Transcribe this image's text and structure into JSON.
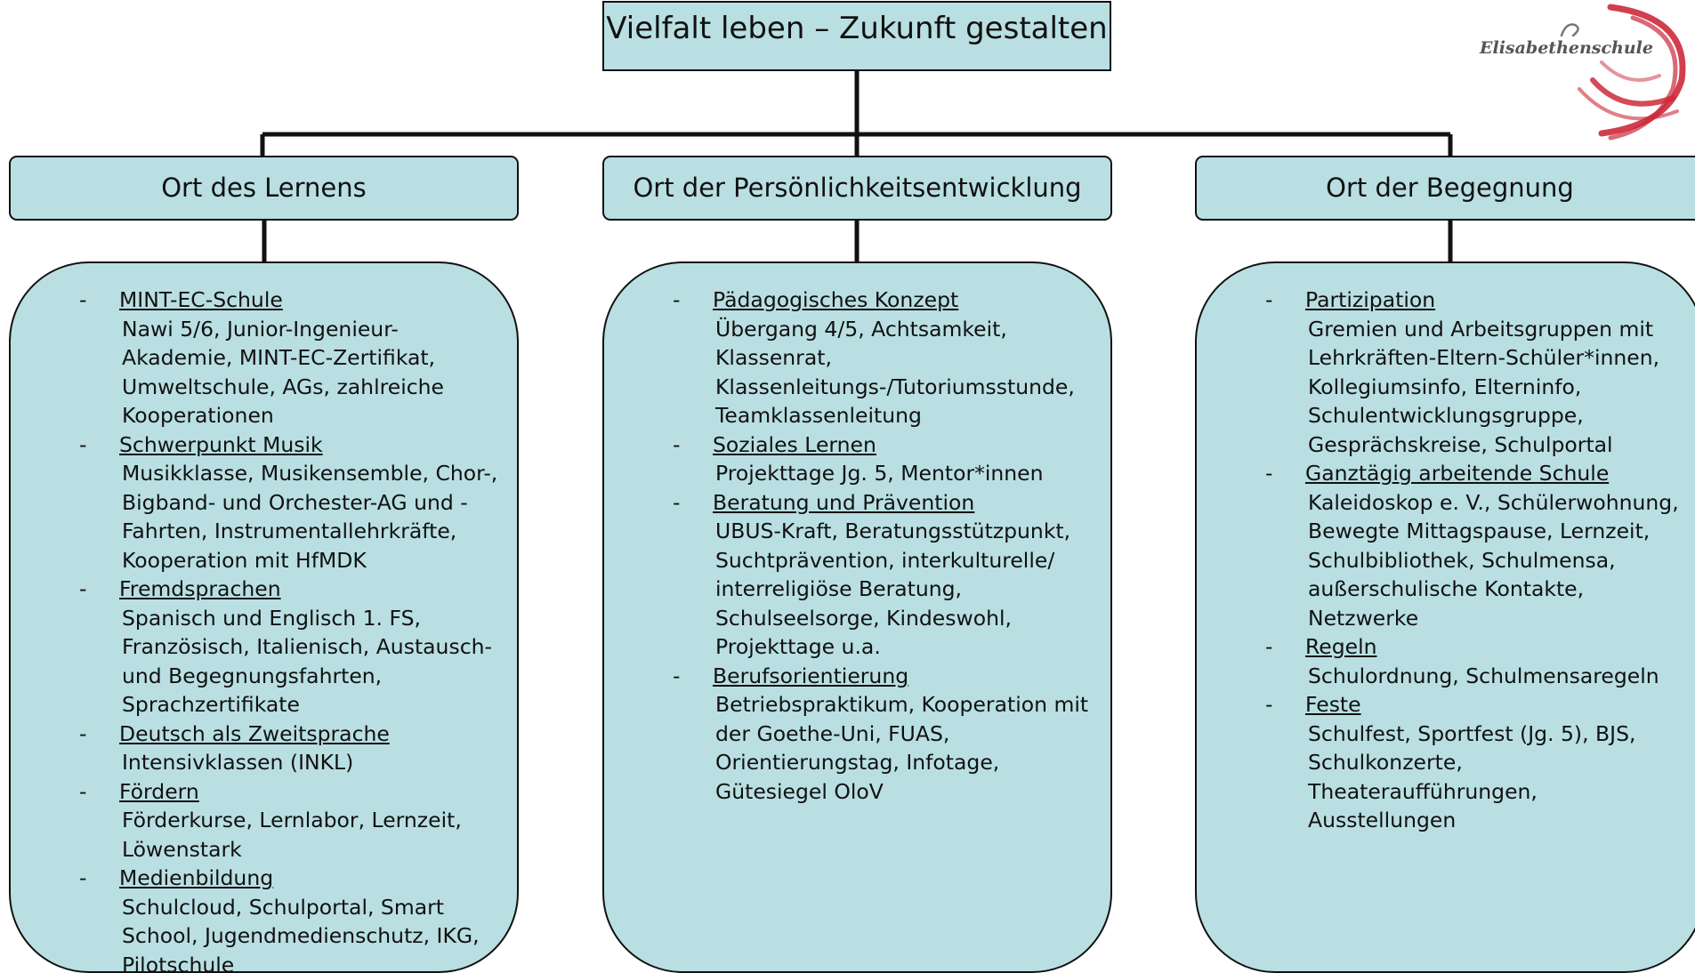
{
  "title": "Vielfalt leben – Zukunft gestalten",
  "logo": {
    "text": "Elisabethenschule",
    "color": "#cc2a3a"
  },
  "colors": {
    "box_fill": "#b9dfe3",
    "border": "#111111"
  },
  "columns": [
    {
      "header": "Ort des Lernens",
      "items": [
        {
          "category": "MINT-EC-Schule",
          "text": "Nawi 5/6, Junior-Ingenieur-Akademie, MINT-EC-Zertifikat, Umweltschule, AGs, zahlreiche Kooperationen"
        },
        {
          "category": "Schwerpunkt Musik",
          "text": "Musikklasse, Musikensemble, Chor-, Bigband- und Orchester-AG und -Fahrten, Instrumentallehrkräfte, Kooperation mit HfMDK"
        },
        {
          "category": "Fremdsprachen",
          "text": "Spanisch und Englisch 1. FS, Französisch, Italienisch, Austausch- und Begegnungsfahrten, Sprachzertifikate"
        },
        {
          "category": "Deutsch als Zweitsprache",
          "text": "Intensivklassen (INKL)"
        },
        {
          "category": "Fördern",
          "text": "Förderkurse, Lernlabor, Lernzeit, Löwenstark"
        },
        {
          "category": "Medienbildung",
          "text": "Schulcloud, Schulportal, Smart School, Jugendmedienschutz, IKG, Pilotschule"
        }
      ]
    },
    {
      "header": "Ort der Persönlichkeitsentwicklung",
      "items": [
        {
          "category": "Pädagogisches Konzept",
          "text": "Übergang 4/5, Achtsamkeit, Klassenrat, Klassenleitungs-/Tutoriumsstunde, Teamklassenleitung"
        },
        {
          "category": "Soziales Lernen",
          "text": "Projekttage Jg. 5, Mentor*innen"
        },
        {
          "category": "Beratung und Prävention",
          "text": "UBUS-Kraft, Beratungsstützpunkt, Suchtprävention, interkulturelle/ interreligiöse Beratung, Schulseelsorge, Kindeswohl, Projekttage u.a."
        },
        {
          "category": "Berufsorientierung",
          "text": "Betriebspraktikum, Kooperation mit der Goethe-Uni, FUAS, Orientierungstag, Infotage, Gütesiegel OloV"
        }
      ]
    },
    {
      "header": "Ort der Begegnung",
      "items": [
        {
          "category": "Partizipation",
          "text": "Gremien und Arbeitsgruppen mit Lehrkräften-Eltern-Schüler*innen, Kollegiumsinfo, Elterninfo, Schulentwicklungsgruppe, Gesprächskreise, Schulportal"
        },
        {
          "category": "Ganztägig arbeitende Schule",
          "text": "Kaleidoskop e. V., Schülerwohnung, Bewegte Mittagspause, Lernzeit, Schulbibliothek, Schulmensa, außerschulische Kontakte, Netzwerke"
        },
        {
          "category": "Regeln",
          "text": "Schulordnung, Schulmensaregeln"
        },
        {
          "category": "Feste",
          "text": "Schulfest, Sportfest (Jg. 5), BJS, Schulkonzerte, Theateraufführungen, Ausstellungen"
        }
      ]
    }
  ]
}
